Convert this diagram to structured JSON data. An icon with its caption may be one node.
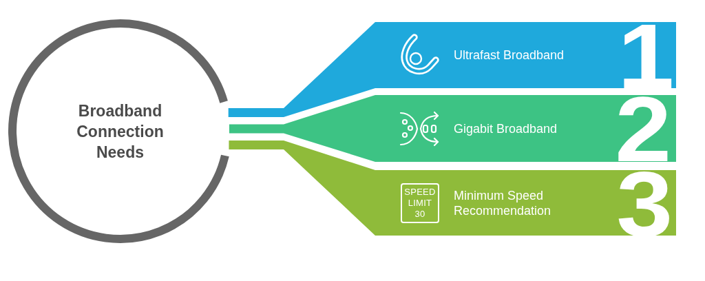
{
  "diagram": {
    "nodes": [
      {
        "text": [
          "Broadband Connection Needs"
        ]
      },
      {
        "text": [
          "Ultrafast Broadband",
          "1"
        ]
      },
      {
        "text": [
          "Gigabit Broadband",
          "2"
        ]
      },
      {
        "text": [
          "Minimum Speed Recommendation",
          "3"
        ]
      }
    ],
    "edges": [
      {
        "from": 0,
        "to": 1,
        "arrow": "none",
        "style": "thick",
        "color": "#1fa9dc"
      },
      {
        "from": 0,
        "to": 2,
        "arrow": "none",
        "style": "thick",
        "color": "#3dc384"
      },
      {
        "from": 0,
        "to": 3,
        "arrow": "none",
        "style": "thick",
        "color": "#8fbb3a"
      }
    ],
    "labels": [
      "SPEED LIMIT 30"
    ]
  }
}
